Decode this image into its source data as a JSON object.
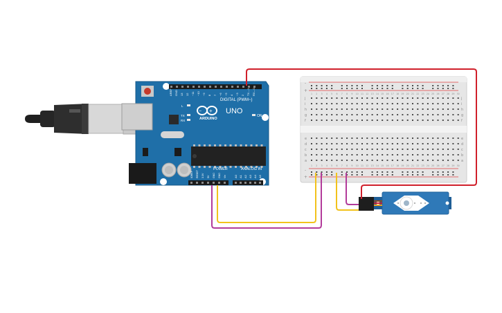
{
  "board": {
    "name": "UNO",
    "brand": "ARDUINO",
    "digital_header_label": "DIGITAL (PWM~)",
    "power_label": "POWER",
    "analog_label": "ANALOG IN",
    "on_label": "ON",
    "led_labels": [
      "L",
      "TX",
      "RX"
    ],
    "top_pin_labels": [
      "AREF",
      "GND",
      "13",
      "12",
      "~11",
      "~10",
      "~9",
      "8",
      "7",
      "~6",
      "~5",
      "4",
      "~3",
      "2",
      "TX→1",
      "RX←0"
    ],
    "power_pin_labels": [
      "IOREF",
      "RESET",
      "3.3V",
      "5V",
      "GND",
      "GND",
      "Vin"
    ],
    "analog_pin_labels": [
      "A0",
      "A1",
      "A2",
      "A3",
      "A4",
      "A5"
    ],
    "color": "#1f6fa8"
  },
  "breadboard": {
    "row_letters_top": [
      "j",
      "i",
      "h",
      "g",
      "f"
    ],
    "row_letters_bottom": [
      "e",
      "d",
      "c",
      "b",
      "a"
    ],
    "columns": 30,
    "rail_plus": "+",
    "rail_minus": "-"
  },
  "servo": {
    "color": "#2f79b8"
  },
  "wires": [
    {
      "name": "signal-wire",
      "color": "#d01f2a"
    },
    {
      "name": "5v-wire",
      "color": "#f2c21b"
    },
    {
      "name": "gnd-wire",
      "color": "#b23a9a"
    },
    {
      "name": "servo-power-wire",
      "color": "#d01f2a"
    },
    {
      "name": "servo-yellow-wire",
      "color": "#f2c21b"
    },
    {
      "name": "servo-gnd-wire",
      "color": "#b23a9a"
    }
  ],
  "usb_cable": {
    "color": "#2b2b2b"
  }
}
